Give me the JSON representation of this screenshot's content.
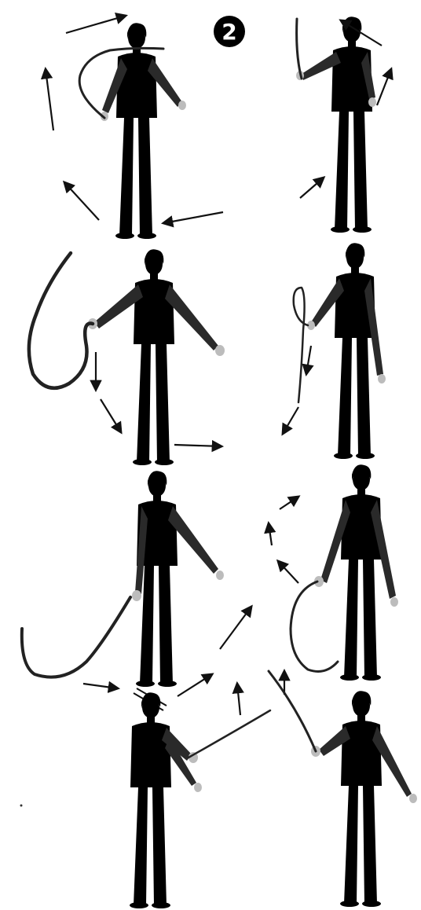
{
  "diagram": {
    "step_number": "2",
    "colors": {
      "ink": "#111111",
      "badge": "#000000",
      "background": "#ffffff"
    },
    "figures": [
      {
        "id": "figure-1",
        "pose": "whip-raised-behind"
      },
      {
        "id": "figure-2",
        "pose": "whip-overhead"
      },
      {
        "id": "figure-3",
        "pose": "whip-loop-back"
      },
      {
        "id": "figure-4",
        "pose": "whip-loop-up"
      },
      {
        "id": "figure-5",
        "pose": "whip-trailing-low"
      },
      {
        "id": "figure-6",
        "pose": "whip-loop-side"
      },
      {
        "id": "figure-7",
        "pose": "whip-forward-cast"
      },
      {
        "id": "figure-8",
        "pose": "whip-raised-up"
      }
    ]
  }
}
